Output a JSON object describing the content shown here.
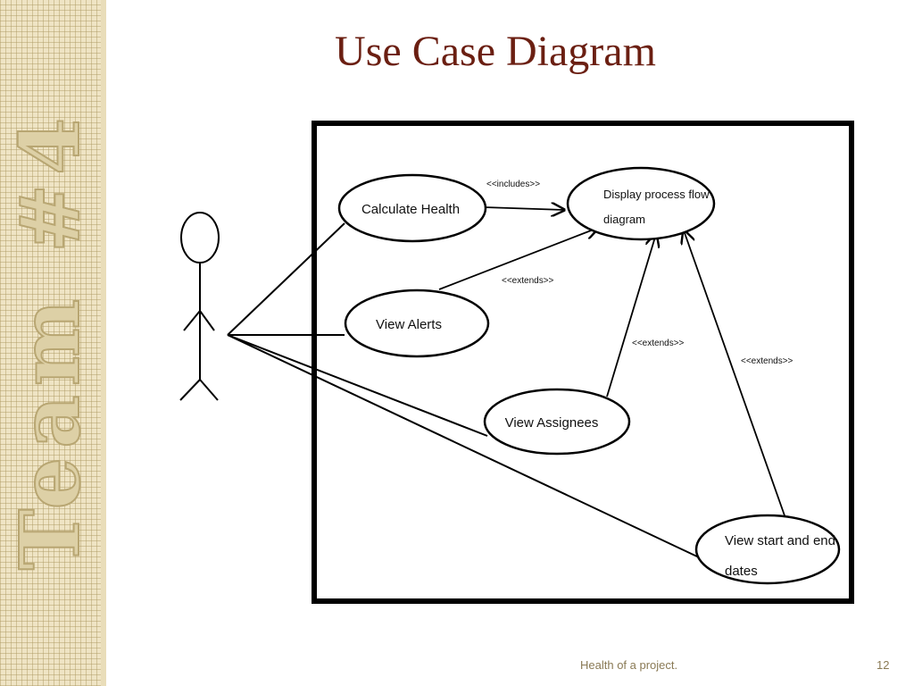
{
  "slide": {
    "title": "Use Case Diagram",
    "footer": "Health of a project.",
    "page_number": "12",
    "sidebar_text": "Team #4"
  },
  "diagram": {
    "use_cases": {
      "calculate_health": "Calculate Health",
      "display_flow_line1": "Display process flow",
      "display_flow_line2": "diagram",
      "view_alerts": "View Alerts",
      "view_assignees": "View Assignees",
      "view_dates_line1": "View start and end",
      "view_dates_line2": "dates"
    },
    "stereotypes": {
      "includes": "<<includes>>",
      "extends_alerts": "<<extends>>",
      "extends_assignees": "<<extends>>",
      "extends_dates": "<<extends>>"
    }
  }
}
